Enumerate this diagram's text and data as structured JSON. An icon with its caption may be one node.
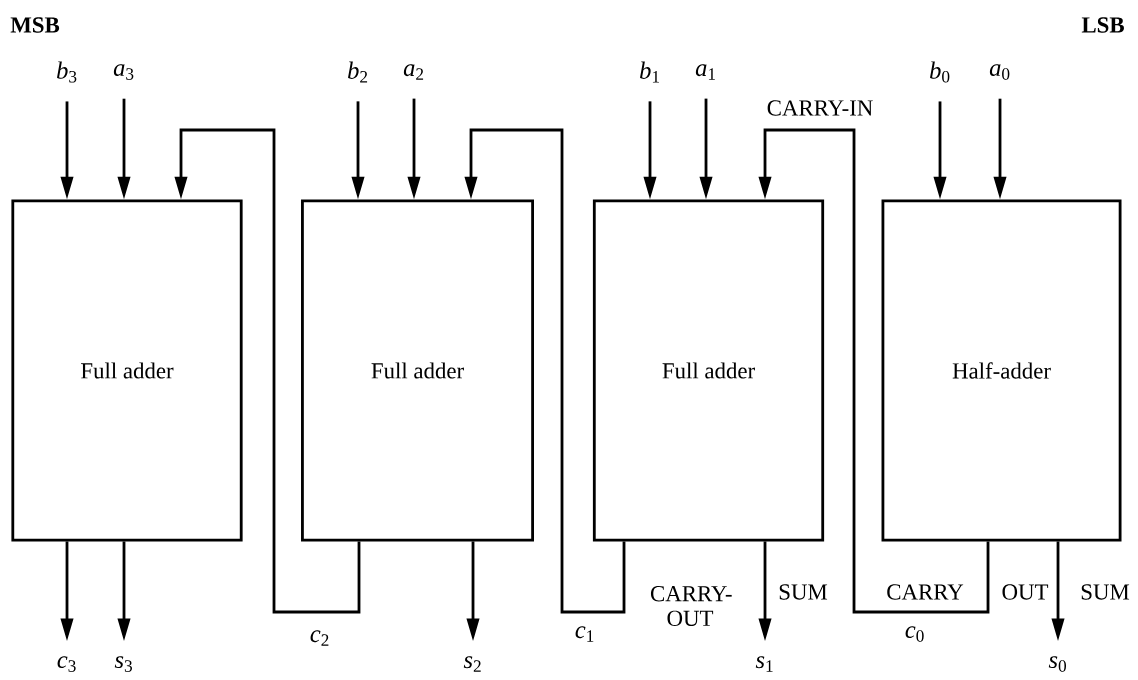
{
  "diagram": {
    "nodes": [
      {
        "text": [
          "Full adder"
        ]
      },
      {
        "text": [
          "Full adder"
        ]
      },
      {
        "text": [
          "Full adder"
        ]
      },
      {
        "text": [
          "Half-adder"
        ]
      },
      {
        "text": [
          "*b*$_{3}$"
        ]
      },
      {
        "text": [
          "*a*$_{3}$"
        ]
      },
      {
        "text": [
          "*b*$_{2}$"
        ]
      },
      {
        "text": [
          "*a*$_{2}$"
        ]
      },
      {
        "text": [
          "*b*$_{1}$"
        ]
      },
      {
        "text": [
          "*a*$_{1}$"
        ]
      },
      {
        "text": [
          "*b*$_{0}$"
        ]
      },
      {
        "text": [
          "*a*$_{0}$"
        ]
      },
      {
        "text": [
          "*c*$_{3}$"
        ]
      },
      {
        "text": [
          "*s*$_{3}$"
        ]
      },
      {
        "text": [
          "*s*$_{2}$"
        ]
      },
      {
        "text": [
          "*s*$_{1}$"
        ]
      },
      {
        "text": [
          "*s*$_{0}$"
        ]
      }
    ],
    "edges": [
      {
        "from": 4,
        "to": 0,
        "arrow": "to"
      },
      {
        "from": 5,
        "to": 0,
        "arrow": "to"
      },
      {
        "from": 6,
        "to": 1,
        "arrow": "to"
      },
      {
        "from": 7,
        "to": 1,
        "arrow": "to"
      },
      {
        "from": 8,
        "to": 2,
        "arrow": "to"
      },
      {
        "from": 9,
        "to": 2,
        "arrow": "to"
      },
      {
        "from": 10,
        "to": 3,
        "arrow": "to"
      },
      {
        "from": 11,
        "to": 3,
        "arrow": "to"
      },
      {
        "from": 1,
        "to": 0,
        "arrow": "to",
        "label": "*c*$_{2}$"
      },
      {
        "from": 2,
        "to": 1,
        "arrow": "to",
        "label": "*c*$_{1}$"
      },
      {
        "from": 3,
        "to": 2,
        "arrow": "to",
        "label": "*c*$_{0}$"
      },
      {
        "from": 0,
        "to": 12,
        "arrow": "to"
      },
      {
        "from": 0,
        "to": 13,
        "arrow": "to"
      },
      {
        "from": 1,
        "to": 14,
        "arrow": "to"
      },
      {
        "from": 2,
        "to": 15,
        "arrow": "to"
      },
      {
        "from": 3,
        "to": 16,
        "arrow": "to"
      }
    ],
    "labels": [
      "MSB",
      "LSB",
      "CARRY-IN",
      "CARRY-OUT",
      "SUM",
      "CARRY",
      "OUT",
      "SUM"
    ]
  }
}
